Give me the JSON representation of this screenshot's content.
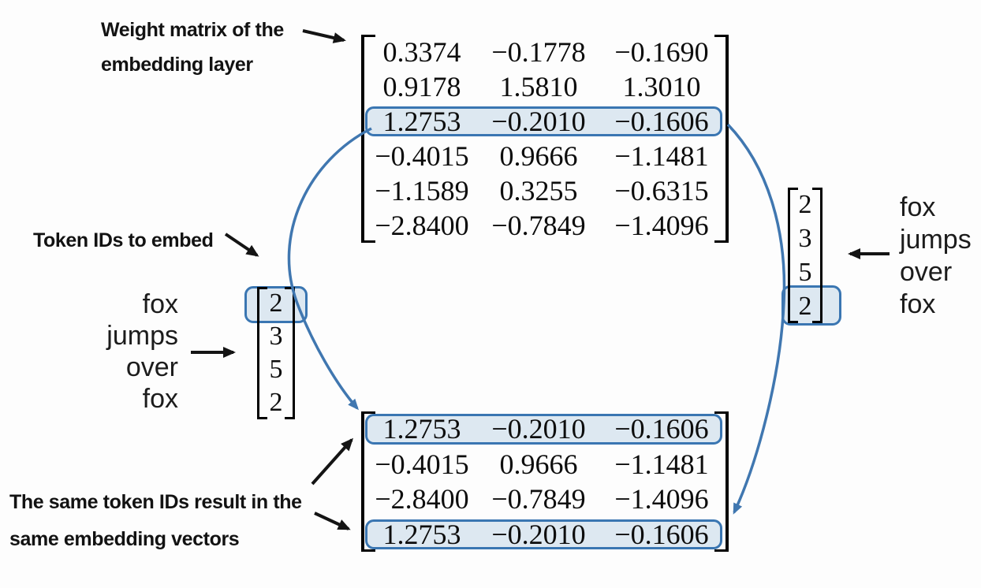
{
  "labels": {
    "weight_matrix_line1": "Weight matrix of the",
    "weight_matrix_line2": "embedding layer",
    "token_ids": "Token IDs to embed",
    "same_ids_line1": "The same token IDs result in the",
    "same_ids_line2": "same embedding vectors"
  },
  "sentence": {
    "left": [
      "fox",
      "jumps",
      "over",
      "fox"
    ],
    "right": [
      "fox",
      "jumps",
      "over",
      "fox"
    ]
  },
  "matrices": {
    "weight": {
      "rows": [
        [
          "0.3374",
          "−0.1778",
          "−0.1690"
        ],
        [
          "0.9178",
          "1.5810",
          "1.3010"
        ],
        [
          "1.2753",
          "−0.2010",
          "−0.1606"
        ],
        [
          "−0.4015",
          "0.9666",
          "−1.1481"
        ],
        [
          "−1.1589",
          "0.3255",
          "−0.6315"
        ],
        [
          "−2.8400",
          "−0.7849",
          "−1.4096"
        ]
      ],
      "highlighted_row_index": 2
    },
    "output": {
      "rows": [
        [
          "1.2753",
          "−0.2010",
          "−0.1606"
        ],
        [
          "−0.4015",
          "0.9666",
          "−1.1481"
        ],
        [
          "−2.8400",
          "−0.7849",
          "−1.4096"
        ],
        [
          "1.2753",
          "−0.2010",
          "−0.1606"
        ]
      ],
      "highlighted_row_indices": [
        0,
        3
      ]
    }
  },
  "token_vectors": {
    "left": {
      "values": [
        "2",
        "3",
        "5",
        "2"
      ],
      "highlighted_index": 0
    },
    "right": {
      "values": [
        "2",
        "3",
        "5",
        "2"
      ],
      "highlighted_index": 3
    }
  },
  "colors": {
    "highlight_border": "#3a76b2",
    "highlight_fill": "#dde8f1",
    "connector_blue": "#4077b0",
    "arrow_black": "#141414"
  }
}
